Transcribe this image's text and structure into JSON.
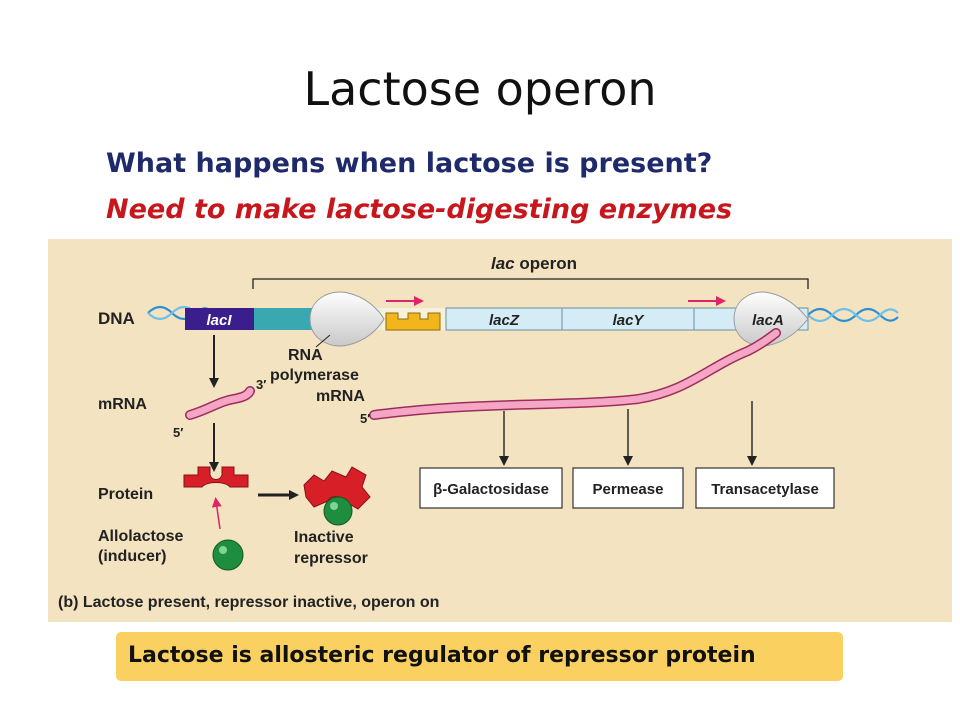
{
  "slide": {
    "title": "Lactose operon",
    "question": "What happens when lactose is present?",
    "subtitle": "Need to make lactose-digesting enzymes",
    "banner": "Lactose is allosteric regulator of repressor protein"
  },
  "diagram": {
    "operon_label_prefix": "lac",
    "operon_label_suffix": " operon",
    "dna": "DNA",
    "laci_prefix": "lac",
    "laci_suffix": "I",
    "lacz_prefix": "lac",
    "lacz_suffix": "Z",
    "lacy_prefix": "lac",
    "lacy_suffix": "Y",
    "laca_prefix": "lac",
    "laca_suffix": "A",
    "rna_line1": "RNA",
    "rna_line2": "polymerase",
    "mrna_right": "mRNA",
    "mrna_left": "mRNA",
    "three_prime": "3′",
    "five_prime_left": "5′",
    "five_prime_right": "5′",
    "protein": "Protein",
    "allolactose_line1": "Allolactose",
    "allolactose_line2": "(inducer)",
    "inactive_line1": "Inactive",
    "inactive_line2": "repressor",
    "enzyme_1": "β-Galactosidase",
    "enzyme_2": "Permease",
    "enzyme_3": "Transacetylase",
    "caption": "(b) Lactose present, repressor inactive, operon on"
  },
  "colors": {
    "panel": "#f3e3c0",
    "laci": "#3a1f8c",
    "promoter": "#3aa8b0",
    "gene_box": "#d3ecf5",
    "operator": "#f2b51b",
    "mrna": "#f4a6c4",
    "repressor": "#d61f26",
    "inducer": "#1e8e3e",
    "banner": "#fad160"
  }
}
